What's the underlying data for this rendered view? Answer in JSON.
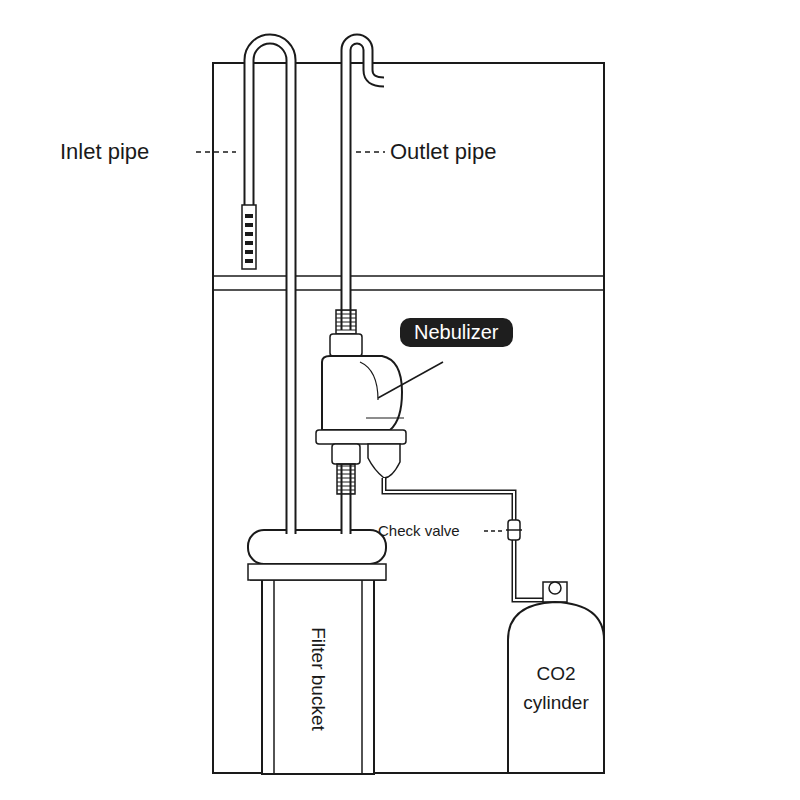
{
  "diagram": {
    "nodes": [
      {
        "text": [
          "Nebulizer"
        ]
      },
      {
        "text": [
          "Filter bucket"
        ]
      },
      {
        "text": [
          "CO2 cylinder"
        ]
      }
    ],
    "labels": [
      "Inlet pipe",
      "Outlet pipe",
      "Check valve"
    ]
  }
}
